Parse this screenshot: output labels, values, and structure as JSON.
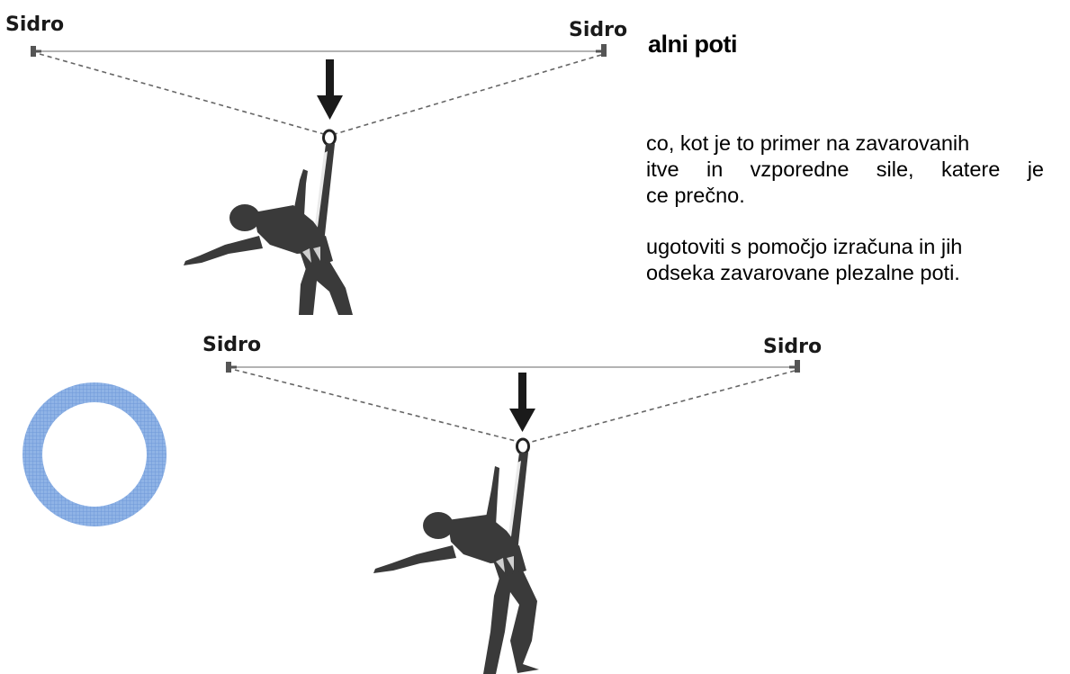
{
  "document": {
    "heading_fragment": "alni poti",
    "paragraph1": {
      "lines": [
        "co, kot je to primer na zavarovanih",
        [
          "itve",
          "in",
          "vzporedne",
          "sile,",
          "katere",
          "je"
        ],
        "ce prečno."
      ]
    },
    "paragraph2": {
      "lines": [
        "ugotoviti s pomočjo izračuna in jih",
        "odseka zavarovane plezalne poti."
      ]
    }
  },
  "figure_top": {
    "left_anchor_label": "Sidro",
    "right_anchor_label": "Sidro"
  },
  "figure_bottom": {
    "left_anchor_label": "Sidro",
    "right_anchor_label": "Sidro"
  },
  "colors": {
    "ring_fill": "#8fb3e6",
    "ring_grid": "#6f98d8",
    "climber": "#3a3a3a",
    "rope_line": "#555555",
    "arrow": "#1a1a1a"
  }
}
